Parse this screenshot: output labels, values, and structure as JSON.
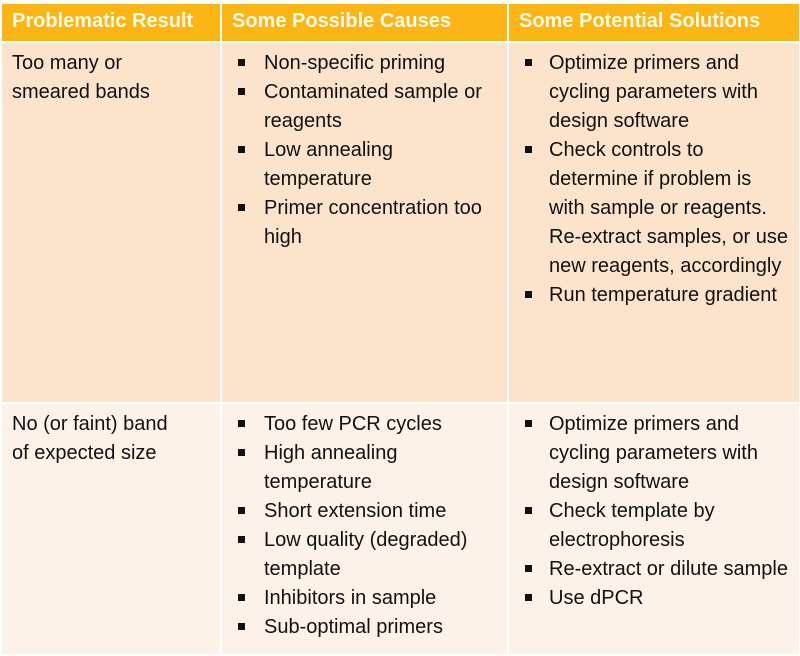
{
  "table": {
    "headers": [
      "Problematic Result",
      "Some Possible Causes",
      "Some Potential Solutions"
    ],
    "rows": [
      {
        "result": [
          "Too many or",
          "smeared bands"
        ],
        "causes": [
          "Non-specific priming",
          "Contaminated sample or reagents",
          "Low annealing temperature",
          "Primer concentration too high"
        ],
        "solutions": [
          "Optimize primers and cycling parameters with design software",
          "Check controls to determine if problem is with sample or reagents. Re-extract samples, or use new reagents, accordingly",
          "Run temperature gradient"
        ]
      },
      {
        "result": [
          "No (or faint) band",
          "of expected size"
        ],
        "causes": [
          "Too few PCR cycles",
          "High annealing temperature",
          "Short extension time",
          "Low quality (degraded) template",
          "Inhibitors in sample",
          "Sub-optimal primers"
        ],
        "solutions": [
          "Optimize primers and cycling parameters with design software",
          "Check template by electrophoresis",
          "Re-extract or dilute sample",
          "Use dPCR"
        ]
      }
    ]
  },
  "colors": {
    "header_bg": "#fbb515",
    "row1_bg": "#fce4cc",
    "row2_bg": "#fdf2e8"
  }
}
